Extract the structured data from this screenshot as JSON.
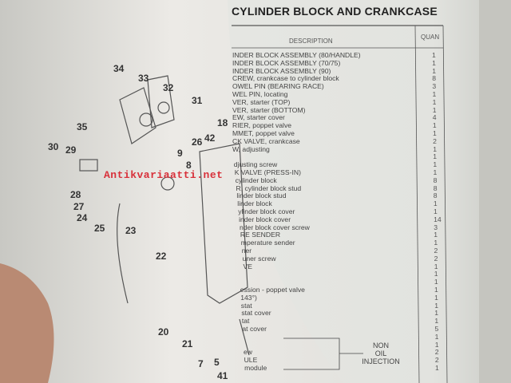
{
  "page": {
    "title": "CYLINDER BLOCK AND CRANKCASE",
    "columns": {
      "description": "DESCRIPTION",
      "quantity": "QUAN"
    },
    "rows": [
      {
        "d": "INDER BLOCK ASSEMBLY (80/HANDLE)",
        "q": "1"
      },
      {
        "d": "INDER BLOCK ASSEMBLY (70/75)",
        "q": "1"
      },
      {
        "d": "INDER BLOCK ASSEMBLY (90)",
        "q": "1"
      },
      {
        "d": "CREW, crankcase to cylinder block",
        "q": "8"
      },
      {
        "d": "OWEL PIN (BEARING RACE)",
        "q": "3"
      },
      {
        "d": "WEL PIN, locating",
        "q": "1"
      },
      {
        "d": "VER, starter (TOP)",
        "q": "1"
      },
      {
        "d": "VER, starter (BOTTOM)",
        "q": "1"
      },
      {
        "d": "EW, starter cover",
        "q": "4"
      },
      {
        "d": "RIER, poppet valve",
        "q": "1"
      },
      {
        "d": "MMET, poppet valve",
        "q": "1"
      },
      {
        "d": "CK VALVE, crankcase",
        "q": "2"
      },
      {
        "d": "W, adjusting",
        "q": "1"
      },
      {
        "d": "",
        "q": "1"
      },
      {
        "d": "djusting screw",
        "q": "1"
      },
      {
        "d": "K VALVE (PRESS-IN)",
        "q": "1"
      },
      {
        "d": "cylinder block",
        "q": "8"
      },
      {
        "d": "R, cylinder block stud",
        "q": "8"
      },
      {
        "d": "linder block stud",
        "q": "8"
      },
      {
        "d": "linder block",
        "q": "1"
      },
      {
        "d": "ylinder block cover",
        "q": "1"
      },
      {
        "d": "inder block cover",
        "q": "14"
      },
      {
        "d": "nder block cover screw",
        "q": "3"
      },
      {
        "d": "RE SENDER",
        "q": "1"
      },
      {
        "d": "mperature sender",
        "q": "1"
      },
      {
        "d": "ner",
        "q": "2"
      },
      {
        "d": "uner screw",
        "q": "2"
      },
      {
        "d": "VE",
        "q": "1"
      },
      {
        "d": "",
        "q": "1"
      },
      {
        "d": "",
        "q": "1"
      },
      {
        "d": "ession - poppet valve",
        "q": "1"
      },
      {
        "d": "143°)",
        "q": "1"
      },
      {
        "d": "stat",
        "q": "1"
      },
      {
        "d": "stat cover",
        "q": "1"
      },
      {
        "d": "tat",
        "q": "1"
      },
      {
        "d": "at cover",
        "q": "5"
      },
      {
        "d": "",
        "q": "1"
      },
      {
        "d": "",
        "q": "1"
      },
      {
        "d": "ew",
        "q": "2"
      },
      {
        "d": "ULE",
        "q": "2"
      },
      {
        "d": "module",
        "q": "1"
      }
    ],
    "bracket_note": [
      "NON",
      "OIL",
      "INJECTION"
    ],
    "callouts": [
      {
        "n": "34"
      },
      {
        "n": "33"
      },
      {
        "n": "32"
      },
      {
        "n": "31"
      },
      {
        "n": "42"
      },
      {
        "n": "18"
      },
      {
        "n": "35"
      },
      {
        "n": "26"
      },
      {
        "n": "9"
      },
      {
        "n": "8"
      },
      {
        "n": "30"
      },
      {
        "n": "29"
      },
      {
        "n": "28"
      },
      {
        "n": "27"
      },
      {
        "n": "24"
      },
      {
        "n": "25"
      },
      {
        "n": "23"
      },
      {
        "n": "22"
      },
      {
        "n": "20"
      },
      {
        "n": "21"
      },
      {
        "n": "7"
      },
      {
        "n": "5"
      },
      {
        "n": "41"
      }
    ],
    "watermark": "Antikvariaatti.net"
  }
}
